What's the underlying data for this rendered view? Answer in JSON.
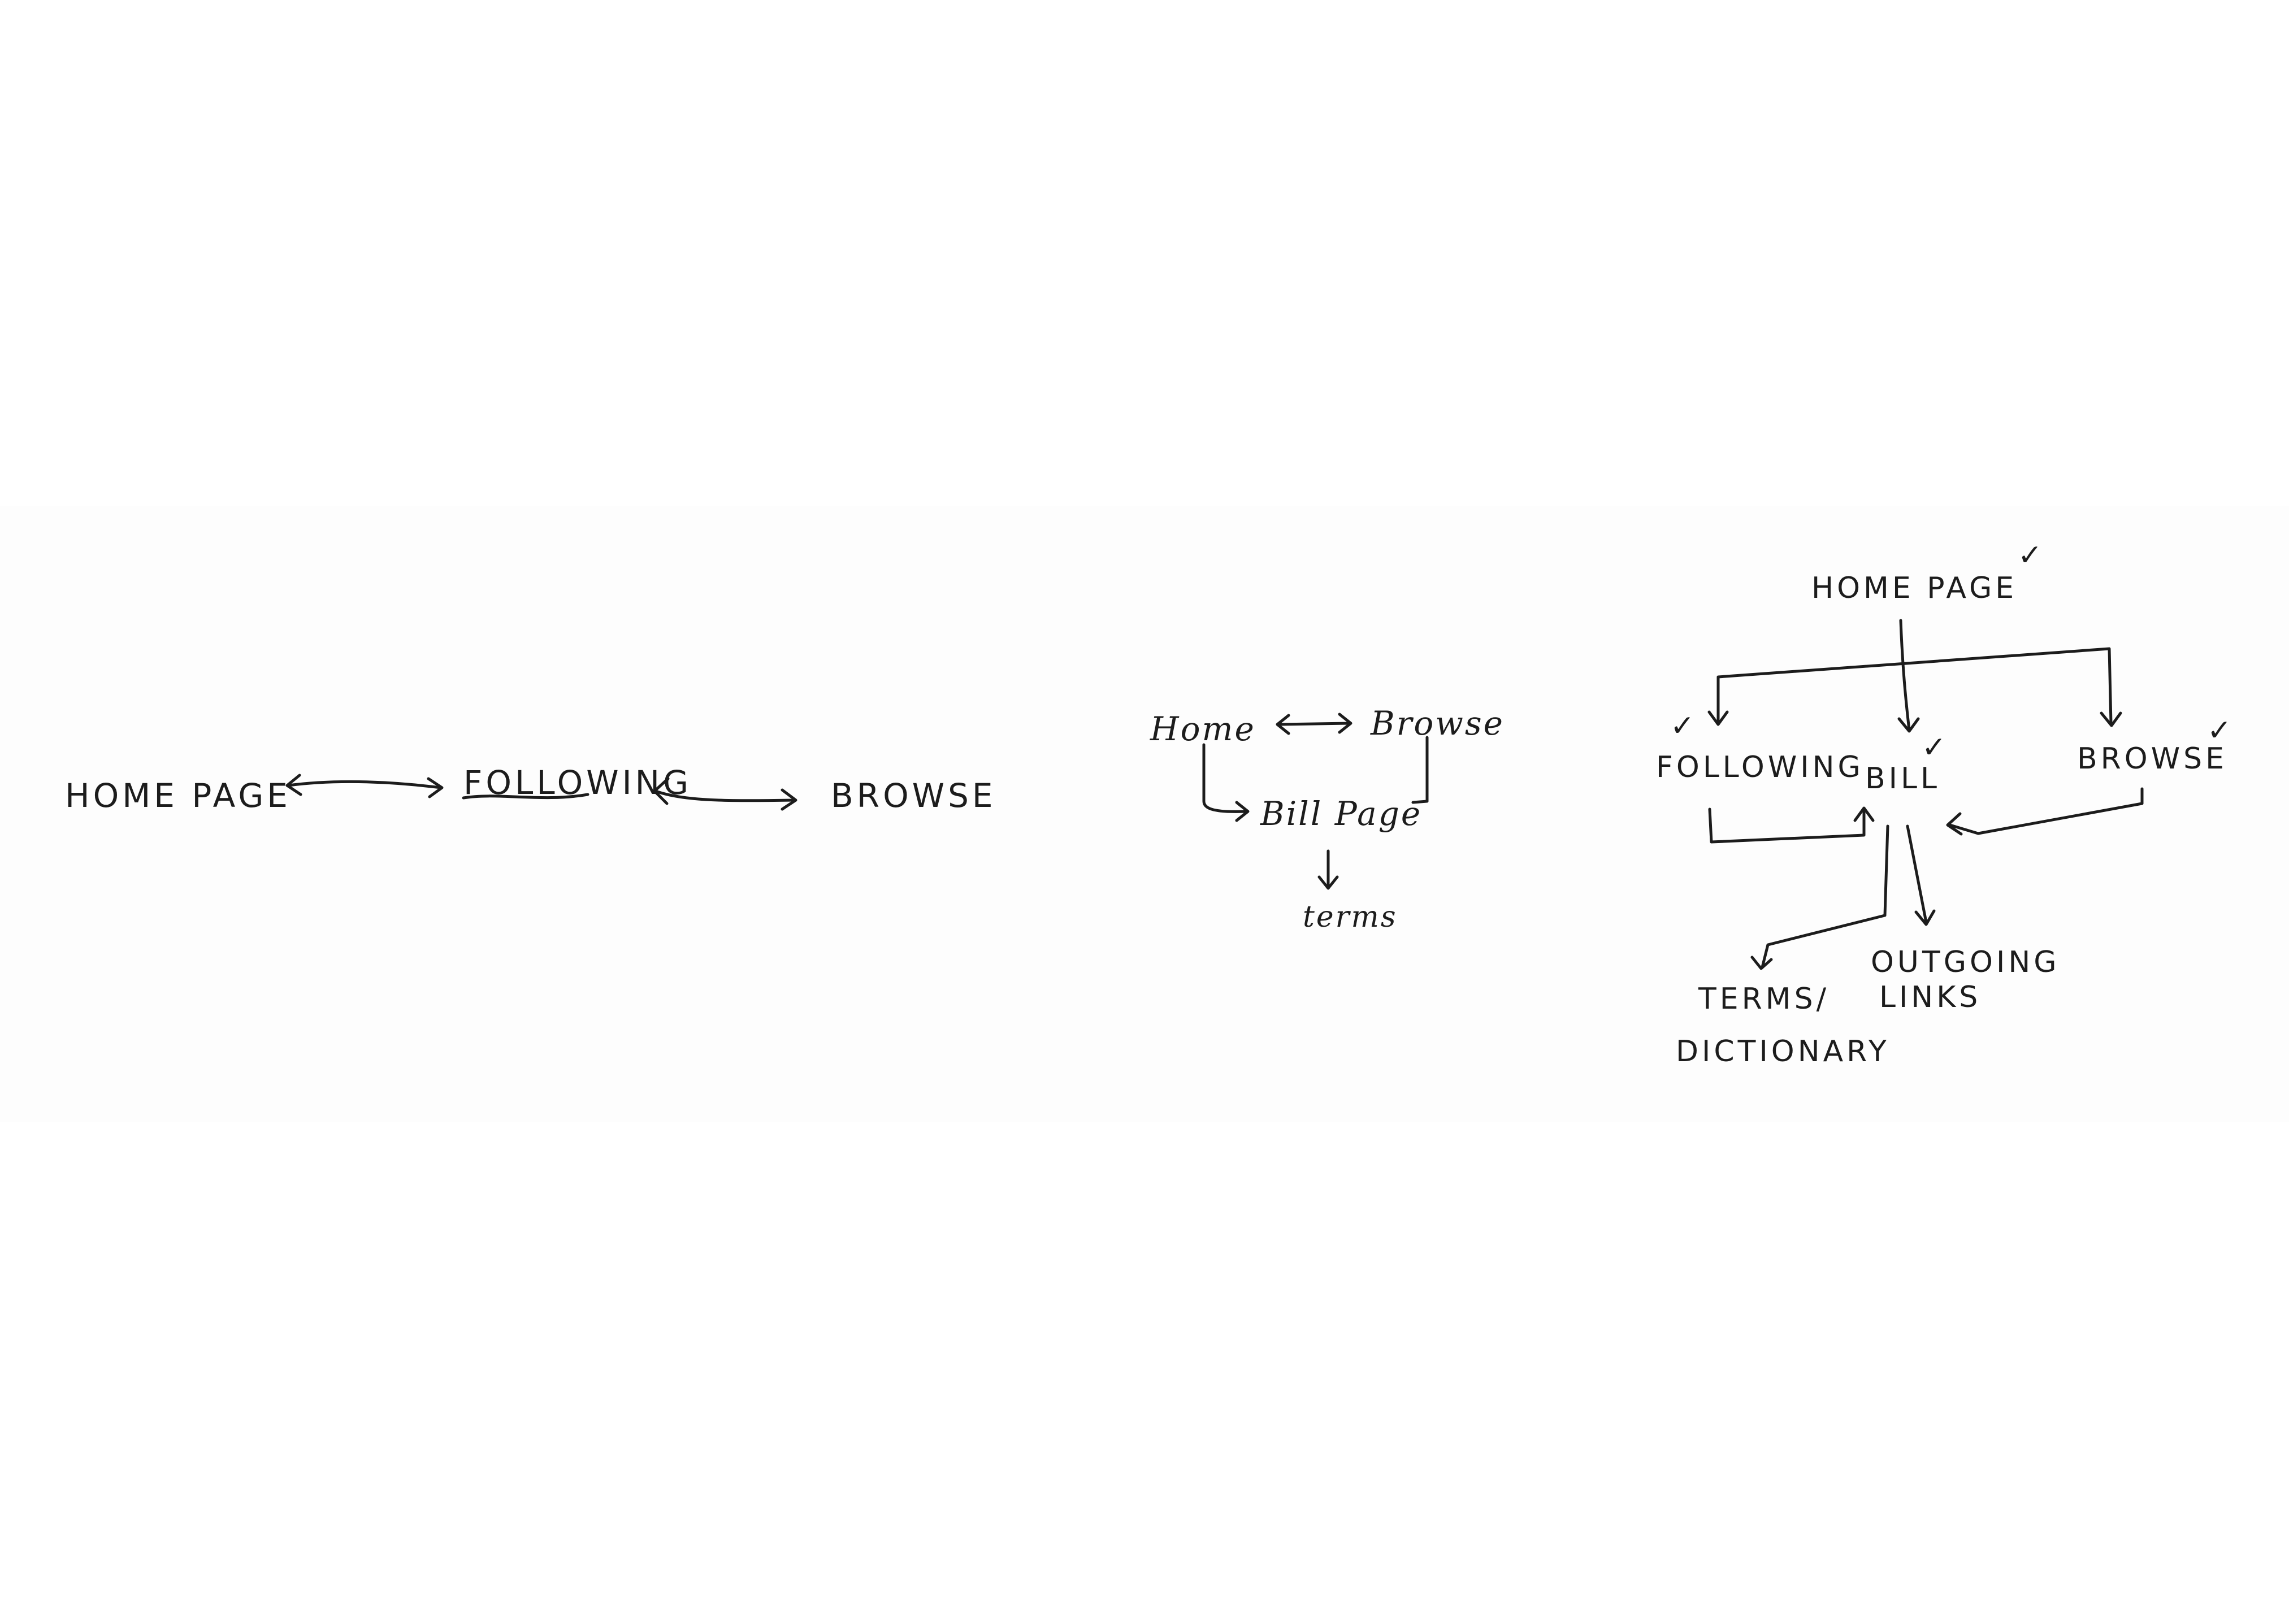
{
  "sketch_1": {
    "home_page": "HOME PAGE",
    "following": "FOLLOWING",
    "browse": "BROWSE"
  },
  "sketch_2": {
    "home": "Home",
    "browse": "Browse",
    "bill_page": "Bill Page",
    "terms": "terms"
  },
  "sketch_3": {
    "home_page": "HOME PAGE",
    "following": "FOLLOWING",
    "bill": "BILL",
    "browse": "BROWSE",
    "terms_dictionary_line1": "TERMS/",
    "terms_dictionary_line2": "DICTIONARY",
    "outgoing_links_line1": "OUTGOING",
    "outgoing_links_line2": "LINKS",
    "check_mark": "✓"
  }
}
